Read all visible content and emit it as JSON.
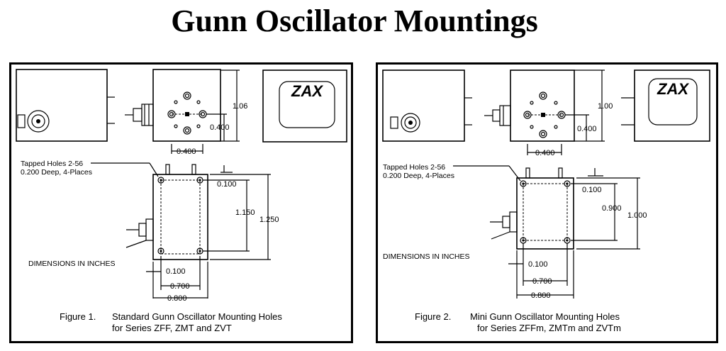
{
  "title": "Gunn Oscillator Mountings",
  "figures": [
    {
      "logo": "ZAX",
      "dim_height": "1.06",
      "dim_center": "0.400",
      "dim_hole_x": "0.400",
      "tapped_line1": "Tapped Holes 2-56",
      "tapped_line2": "0.200 Deep, 4-Places",
      "dim_top": "0.100",
      "dim_holes_v": "1.150",
      "dim_total_v": "1.250",
      "dimensions_note": "DIMENSIONS IN INCHES",
      "dim_edge": "0.100",
      "dim_holes_h": "0.700",
      "dim_total_h": "0.800",
      "caption_label": "Figure 1.",
      "caption_line1": "Standard Gunn Oscillator Mounting Holes",
      "caption_line2": "for Series ZFF, ZMT and ZVT"
    },
    {
      "logo": "ZAX",
      "dim_height": "1.00",
      "dim_center": "0.400",
      "dim_hole_x": "0.400",
      "tapped_line1": "Tapped Holes 2-56",
      "tapped_line2": "0.200 Deep, 4-Places",
      "dim_top": "0.100",
      "dim_holes_v": "0.900",
      "dim_total_v": "1.000",
      "dimensions_note": "DIMENSIONS IN INCHES",
      "dim_edge": "0.100",
      "dim_holes_h": "0.700",
      "dim_total_h": "0.800",
      "caption_label": "Figure 2.",
      "caption_line1": "Mini Gunn Oscillator Mounting Holes",
      "caption_line2": "for Series ZFFm, ZMTm and ZVTm"
    }
  ]
}
